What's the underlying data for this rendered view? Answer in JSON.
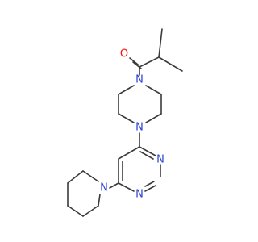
{
  "molecule": {
    "colors": {
      "bond": "#3b3b3b",
      "oxygen": "#ff0d0d",
      "nitrogen": "#2a3fd6",
      "background": "#ffffff"
    },
    "atoms": [
      {
        "id": "o1",
        "element": "O",
        "label": "O"
      },
      {
        "id": "n_pip_top",
        "element": "N",
        "label": "N"
      },
      {
        "id": "n_pip_bottom",
        "element": "N",
        "label": "N"
      },
      {
        "id": "n_pyr_1",
        "element": "N",
        "label": "N"
      },
      {
        "id": "n_pyr_3",
        "element": "N",
        "label": "N"
      },
      {
        "id": "n_piperidine",
        "element": "N",
        "label": "N"
      }
    ]
  }
}
